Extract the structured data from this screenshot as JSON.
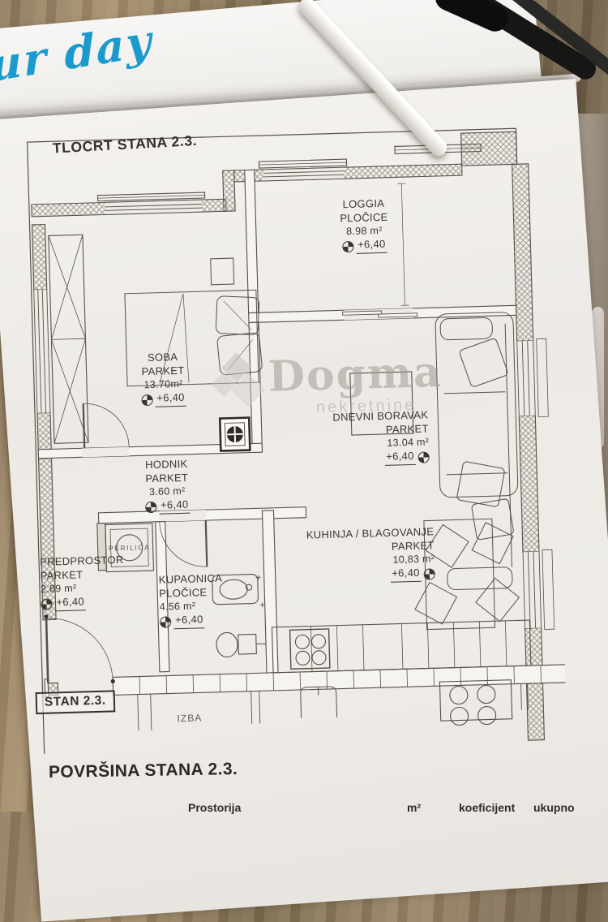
{
  "photo": {
    "handwriting": "ur day"
  },
  "watermark": {
    "name": "Dogma",
    "subtitle": "nekretnine"
  },
  "plan": {
    "title": "TLOCRT STANA 2.3.",
    "stan_label": "STAN 2.3.",
    "izba_label": "IZBA",
    "perilica_label": "PERILICA",
    "rooms": [
      {
        "name": "LOGGIA",
        "floor": "PLOČICE",
        "area": "8.98 m²",
        "level": "+6,40"
      },
      {
        "name": "SOBA",
        "floor": "PARKET",
        "area": "13.70m²",
        "level": "+6,40"
      },
      {
        "name": "DNEVNI BORAVAK",
        "floor": "PARKET",
        "area": "13.04 m²",
        "level": "+6,40"
      },
      {
        "name": "HODNIK",
        "floor": "PARKET",
        "area": "3.60 m²",
        "level": "+6,40"
      },
      {
        "name": "PREDPROSTOR",
        "floor": "PARKET",
        "area": "2.89 m²",
        "level": "+6,40"
      },
      {
        "name": "KUPAONICA",
        "floor": "PLOČICE",
        "area": "4.56 m²",
        "level": "+6,40"
      },
      {
        "name": "KUHINJA / BLAGOVANJE",
        "floor": "PARKET",
        "area": "10,83 m²",
        "level": "+6,40"
      }
    ]
  },
  "summary": {
    "title": "POVRŠINA STANA 2.3.",
    "headers": [
      "Prostorija",
      "m²",
      "koeficijent",
      "ukupno"
    ]
  }
}
